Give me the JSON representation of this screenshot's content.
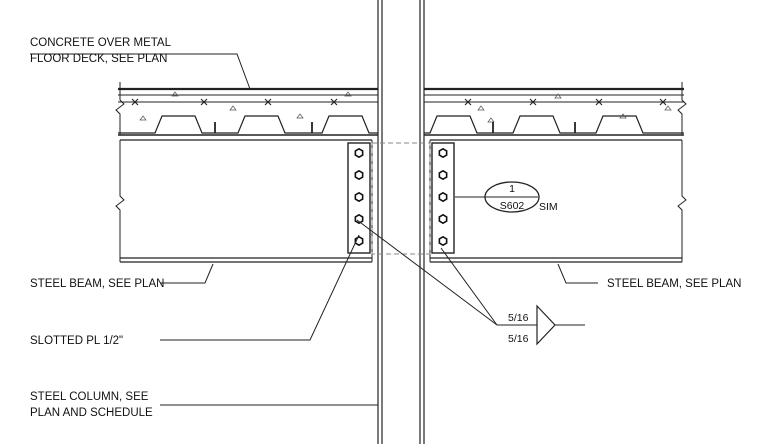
{
  "labels": {
    "deck_line1": "CONCRETE OVER METAL",
    "deck_line2": "FLOOR DECK, SEE PLAN",
    "beam_left": "STEEL BEAM, SEE PLAN",
    "beam_right": "STEEL BEAM, SEE PLAN",
    "plate": "SLOTTED PL 1/2\"",
    "column_line1": "STEEL COLUMN, SEE",
    "column_line2": "PLAN AND SCHEDULE"
  },
  "detail_callout": {
    "number": "1",
    "sheet": "S602",
    "note": "SIM"
  },
  "weld_symbol": {
    "size_top": "5/16",
    "size_bottom": "5/16"
  }
}
